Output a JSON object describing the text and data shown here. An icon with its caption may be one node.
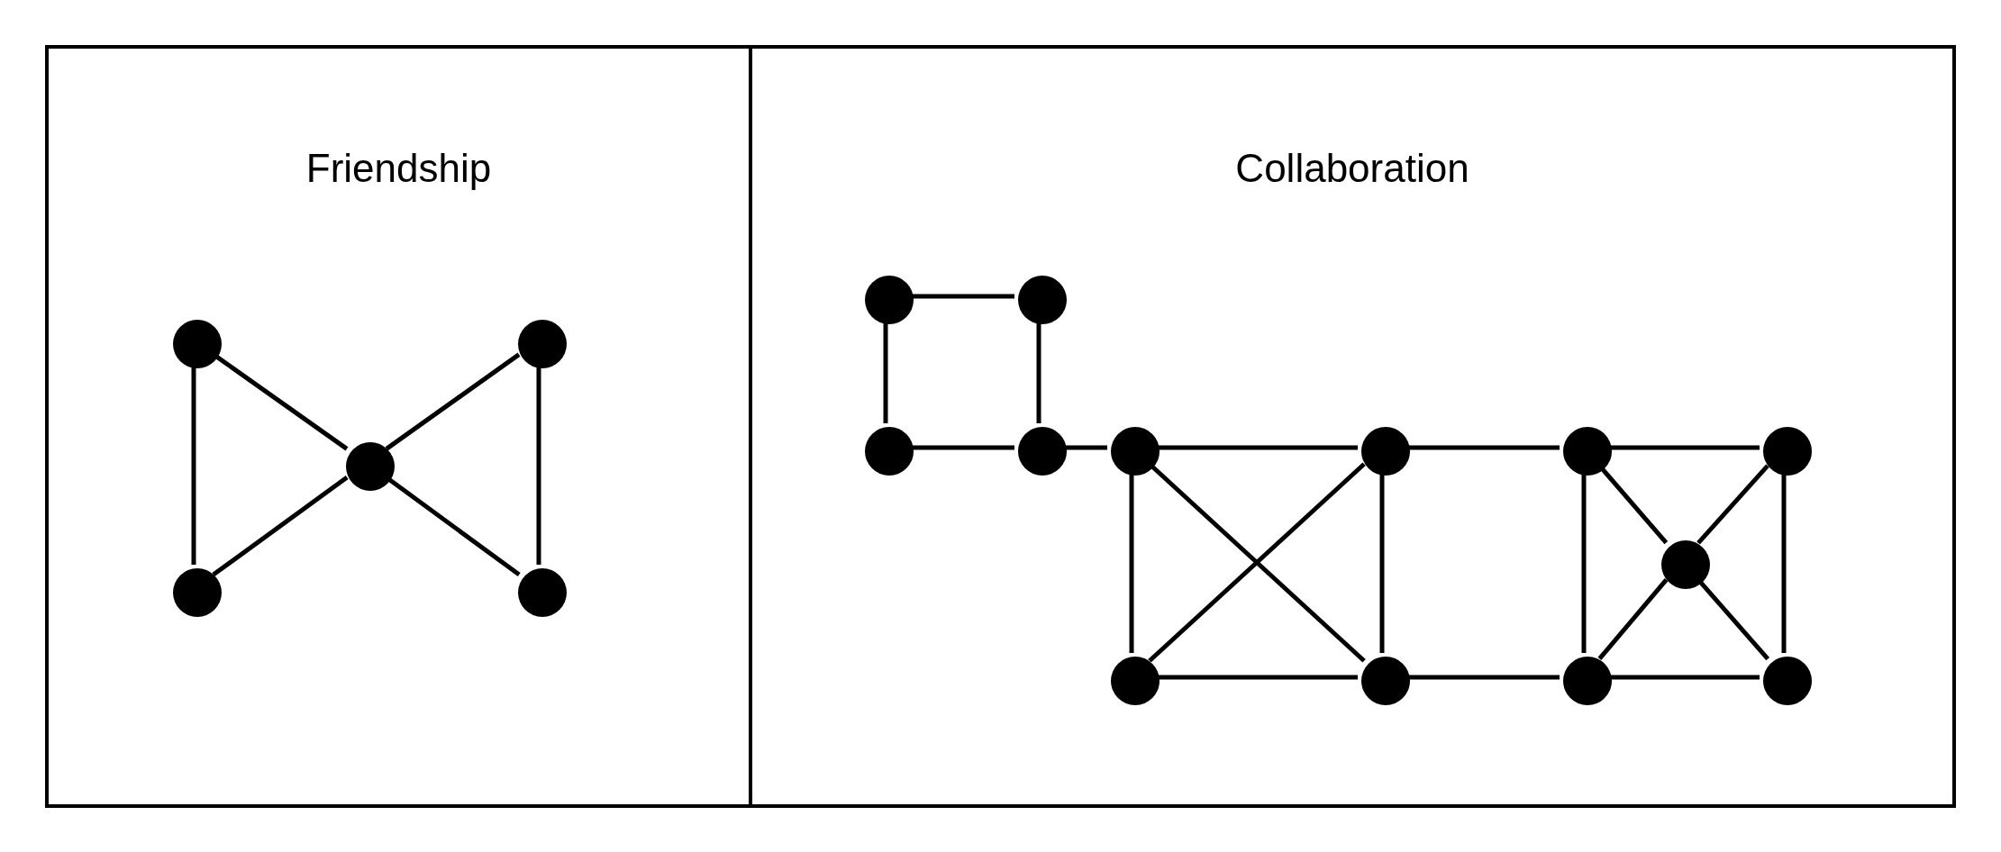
{
  "diagram": {
    "nodes": [
      {
        "text": [
          "Friendship"
        ]
      },
      {
        "text": [
          "Collaboration"
        ]
      },
      {
        "text": [],
        "shape": "circle",
        "in": 0
      },
      {
        "text": [],
        "shape": "circle",
        "in": 0
      },
      {
        "text": [],
        "shape": "circle",
        "in": 0
      },
      {
        "text": [],
        "shape": "circle",
        "in": 0
      },
      {
        "text": [],
        "shape": "circle",
        "in": 0
      },
      {
        "text": [],
        "shape": "circle",
        "in": 1
      },
      {
        "text": [],
        "shape": "circle",
        "in": 1
      },
      {
        "text": [],
        "shape": "circle",
        "in": 1
      },
      {
        "text": [],
        "shape": "circle",
        "in": 1
      },
      {
        "text": [],
        "shape": "circle",
        "in": 1
      },
      {
        "text": [],
        "shape": "circle",
        "in": 1
      },
      {
        "text": [],
        "shape": "circle",
        "in": 1
      },
      {
        "text": [],
        "shape": "circle",
        "in": 1
      },
      {
        "text": [],
        "shape": "circle",
        "in": 1
      },
      {
        "text": [],
        "shape": "circle",
        "in": 1
      },
      {
        "text": [],
        "shape": "circle",
        "in": 1
      },
      {
        "text": [],
        "shape": "circle",
        "in": 1
      },
      {
        "text": [],
        "shape": "circle",
        "in": 1
      }
    ],
    "edges": [
      {
        "from": 2,
        "to": 5,
        "arrow": "none"
      },
      {
        "from": 2,
        "to": 4,
        "arrow": "none"
      },
      {
        "from": 3,
        "to": 4,
        "arrow": "none"
      },
      {
        "from": 3,
        "to": 6,
        "arrow": "none"
      },
      {
        "from": 5,
        "to": 4,
        "arrow": "none"
      },
      {
        "from": 4,
        "to": 6,
        "arrow": "none"
      },
      {
        "from": 7,
        "to": 8,
        "arrow": "none"
      },
      {
        "from": 7,
        "to": 9,
        "arrow": "none"
      },
      {
        "from": 8,
        "to": 10,
        "arrow": "none"
      },
      {
        "from": 9,
        "to": 10,
        "arrow": "none"
      },
      {
        "from": 10,
        "to": 11,
        "arrow": "none"
      },
      {
        "from": 11,
        "to": 12,
        "arrow": "none"
      },
      {
        "from": 11,
        "to": 13,
        "arrow": "none"
      },
      {
        "from": 11,
        "to": 14,
        "arrow": "none"
      },
      {
        "from": 12,
        "to": 13,
        "arrow": "none"
      },
      {
        "from": 12,
        "to": 14,
        "arrow": "none"
      },
      {
        "from": 13,
        "to": 14,
        "arrow": "none"
      },
      {
        "from": 12,
        "to": 15,
        "arrow": "none"
      },
      {
        "from": 14,
        "to": 18,
        "arrow": "none"
      },
      {
        "from": 15,
        "to": 16,
        "arrow": "none"
      },
      {
        "from": 15,
        "to": 18,
        "arrow": "none"
      },
      {
        "from": 15,
        "to": 17,
        "arrow": "none"
      },
      {
        "from": 16,
        "to": 17,
        "arrow": "none"
      },
      {
        "from": 16,
        "to": 19,
        "arrow": "none"
      },
      {
        "from": 18,
        "to": 17,
        "arrow": "none"
      },
      {
        "from": 19,
        "to": 17,
        "arrow": "none"
      },
      {
        "from": 18,
        "to": 19,
        "arrow": "none"
      }
    ]
  }
}
